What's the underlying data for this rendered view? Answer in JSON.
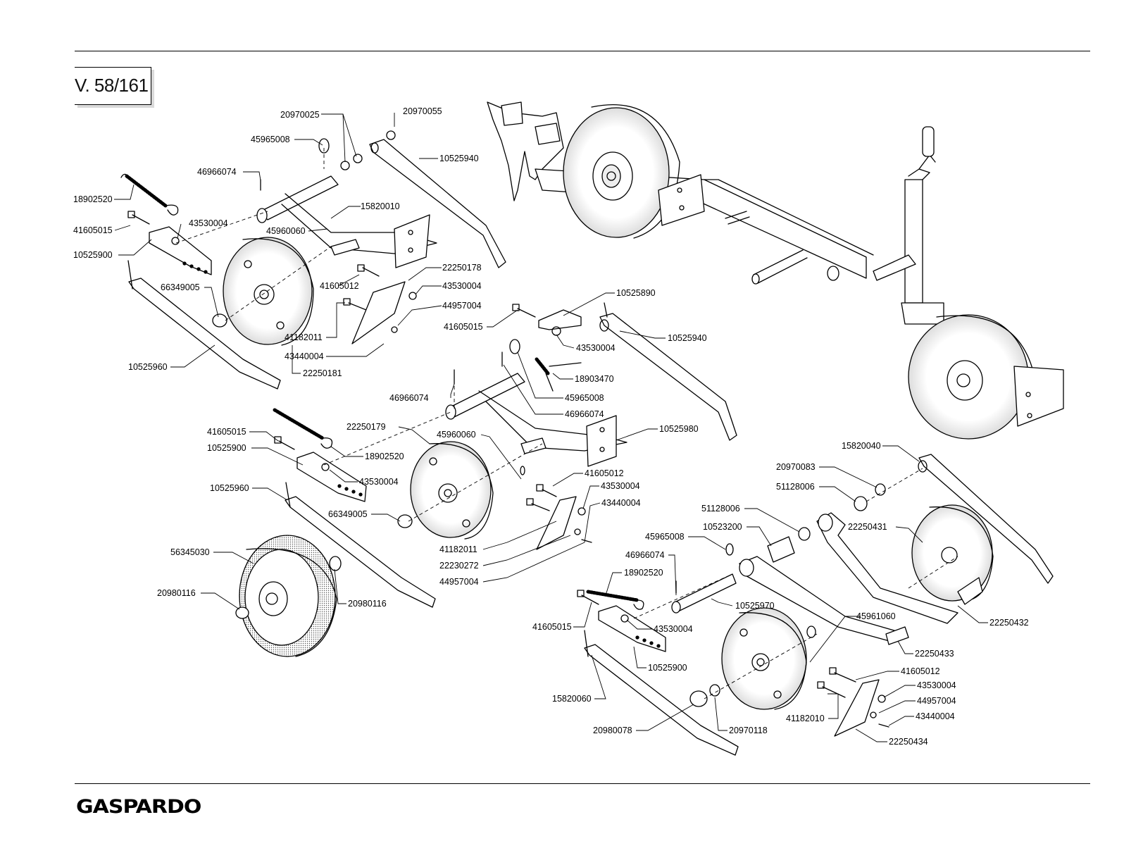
{
  "header": {
    "page_ref": "V. 58/161"
  },
  "footer": {
    "brand": "GASPARDO"
  },
  "labels": [
    {
      "id": "l1",
      "text": "20970025"
    },
    {
      "id": "l2",
      "text": "20970055"
    },
    {
      "id": "l3",
      "text": "45965008"
    },
    {
      "id": "l4",
      "text": "10525940"
    },
    {
      "id": "l5",
      "text": "46966074"
    },
    {
      "id": "l6",
      "text": "18902520"
    },
    {
      "id": "l7",
      "text": "15820010"
    },
    {
      "id": "l8",
      "text": "41605015"
    },
    {
      "id": "l9",
      "text": "43530004"
    },
    {
      "id": "l10",
      "text": "45960060"
    },
    {
      "id": "l11",
      "text": "10525900"
    },
    {
      "id": "l12",
      "text": "22250178"
    },
    {
      "id": "l13",
      "text": "66349005"
    },
    {
      "id": "l14",
      "text": "41605012"
    },
    {
      "id": "l15",
      "text": "43530004"
    },
    {
      "id": "l16",
      "text": "44957004"
    },
    {
      "id": "l17",
      "text": "41182011"
    },
    {
      "id": "l18",
      "text": "43440004"
    },
    {
      "id": "l19",
      "text": "10525960"
    },
    {
      "id": "l20",
      "text": "22250181"
    },
    {
      "id": "l21",
      "text": "10525890"
    },
    {
      "id": "l22",
      "text": "41605015"
    },
    {
      "id": "l23",
      "text": "10525940"
    },
    {
      "id": "l24",
      "text": "43530004"
    },
    {
      "id": "l25",
      "text": "18903470"
    },
    {
      "id": "l26",
      "text": "46966074"
    },
    {
      "id": "l27",
      "text": "45965008"
    },
    {
      "id": "l28",
      "text": "46966074"
    },
    {
      "id": "l29",
      "text": "22250179"
    },
    {
      "id": "l30",
      "text": "10525980"
    },
    {
      "id": "l31",
      "text": "41605015"
    },
    {
      "id": "l32",
      "text": "45960060"
    },
    {
      "id": "l33",
      "text": "10525900"
    },
    {
      "id": "l34",
      "text": "18902520"
    },
    {
      "id": "l35",
      "text": "41605012"
    },
    {
      "id": "l36",
      "text": "43530004"
    },
    {
      "id": "l37",
      "text": "43530004"
    },
    {
      "id": "l38",
      "text": "10525960"
    },
    {
      "id": "l39",
      "text": "43440004"
    },
    {
      "id": "l40",
      "text": "66349005"
    },
    {
      "id": "l41",
      "text": "15820040"
    },
    {
      "id": "l42",
      "text": "20970083"
    },
    {
      "id": "l43",
      "text": "51128006"
    },
    {
      "id": "l44",
      "text": "56345030"
    },
    {
      "id": "l45",
      "text": "41182011"
    },
    {
      "id": "l46",
      "text": "22230272"
    },
    {
      "id": "l47",
      "text": "44957004"
    },
    {
      "id": "l48",
      "text": "51128006"
    },
    {
      "id": "l49",
      "text": "22250431"
    },
    {
      "id": "l50",
      "text": "10523200"
    },
    {
      "id": "l51",
      "text": "45965008"
    },
    {
      "id": "l52",
      "text": "46966074"
    },
    {
      "id": "l53",
      "text": "20980116"
    },
    {
      "id": "l54",
      "text": "20980116"
    },
    {
      "id": "l55",
      "text": "18902520"
    },
    {
      "id": "l56",
      "text": "10525970"
    },
    {
      "id": "l57",
      "text": "41605015"
    },
    {
      "id": "l58",
      "text": "43530004"
    },
    {
      "id": "l59",
      "text": "45961060"
    },
    {
      "id": "l60",
      "text": "22250432"
    },
    {
      "id": "l61",
      "text": "22250433"
    },
    {
      "id": "l62",
      "text": "10525900"
    },
    {
      "id": "l63",
      "text": "41605012"
    },
    {
      "id": "l64",
      "text": "43530004"
    },
    {
      "id": "l65",
      "text": "15820060"
    },
    {
      "id": "l66",
      "text": "44957004"
    },
    {
      "id": "l67",
      "text": "41182010"
    },
    {
      "id": "l68",
      "text": "43440004"
    },
    {
      "id": "l69",
      "text": "20980078"
    },
    {
      "id": "l70",
      "text": "20970118"
    },
    {
      "id": "l71",
      "text": "22250434"
    }
  ]
}
